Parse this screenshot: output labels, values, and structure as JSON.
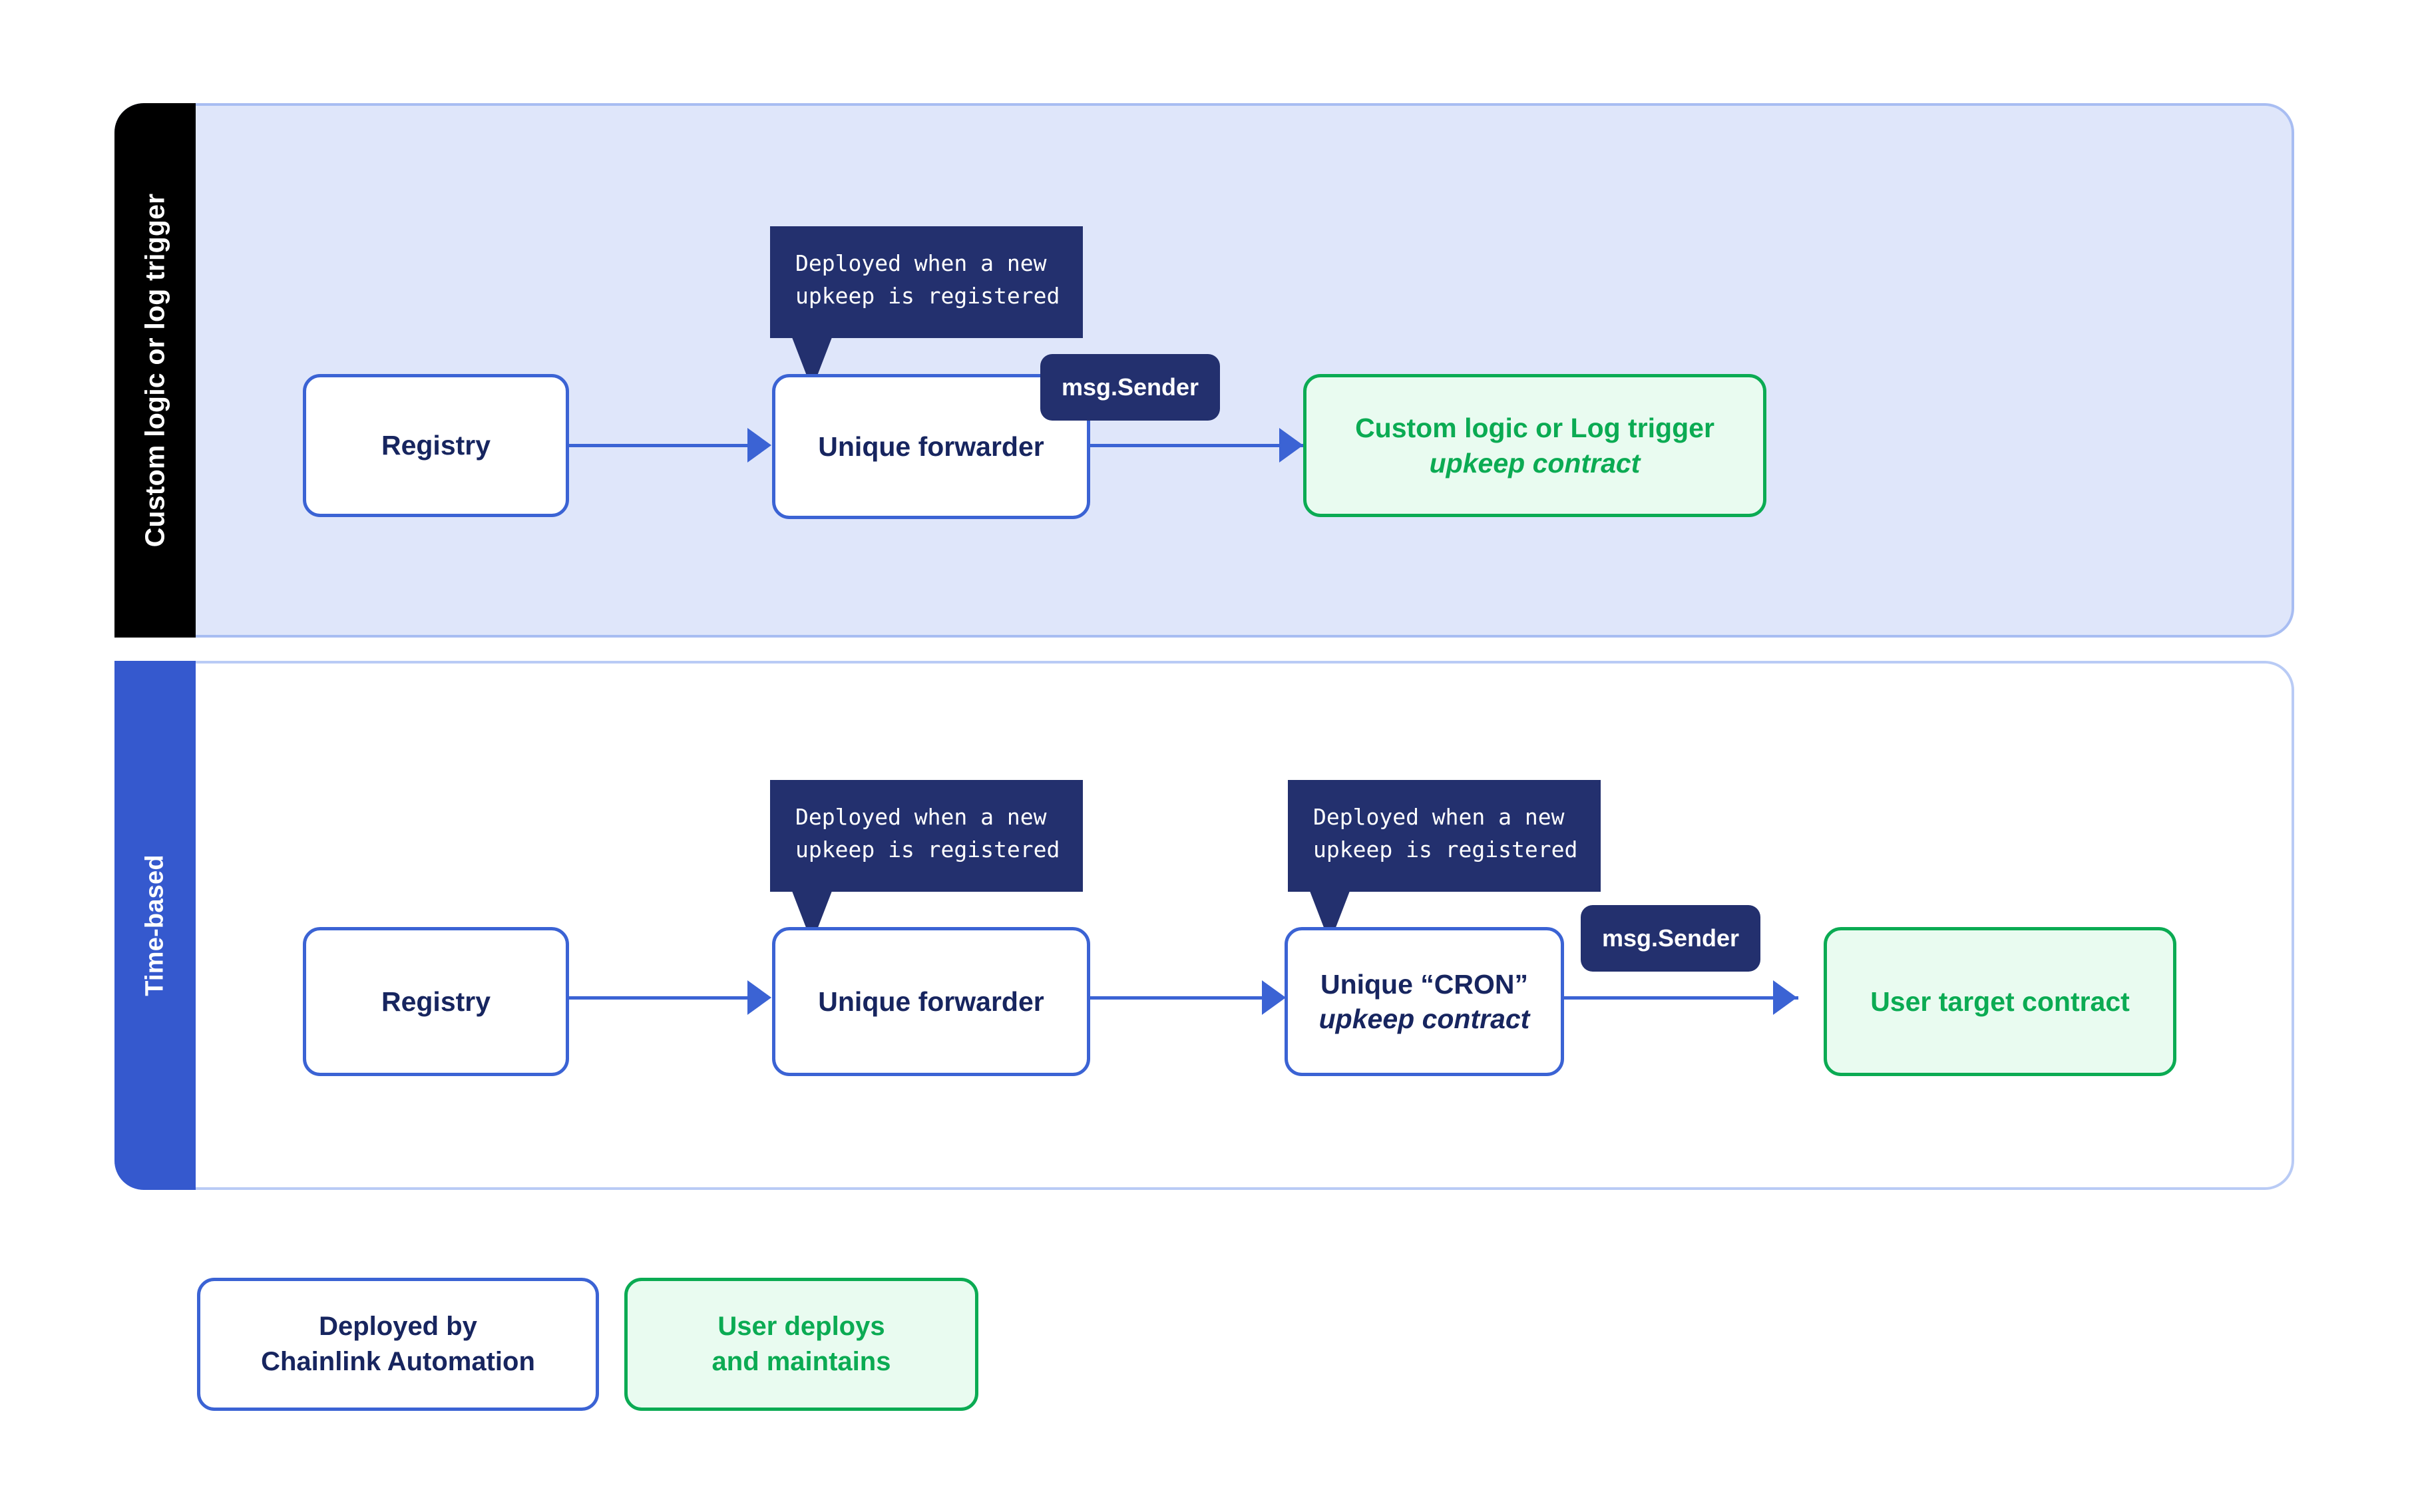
{
  "diagram": {
    "lanes": [
      {
        "id": "custom-logic-or-log-trigger",
        "label": "Custom logic or log trigger",
        "bar_color": "#000000",
        "panel_fill": "#dfe6fa",
        "panel_border": "#a8bdf2"
      },
      {
        "id": "time-based",
        "label": "Time-based",
        "bar_color": "#3559ce",
        "panel_fill": "#ffffff",
        "panel_border": "#b9cbf5"
      }
    ],
    "nodes": {
      "registry_row1": "Registry",
      "forwarder_row1": "Unique forwarder",
      "upkeep_row1_line1": "Custom logic or Log trigger",
      "upkeep_row1_line2": "upkeep contract",
      "registry_row2": "Registry",
      "forwarder_row2": "Unique forwarder",
      "cron_row2_line1": "Unique “CRON”",
      "cron_row2_line2": "upkeep contract",
      "target_row2": "User target contract"
    },
    "callouts": {
      "deployed_line1": "Deployed when a new",
      "deployed_line2": "upkeep is registered"
    },
    "pills": {
      "msg_sender": "msg.Sender"
    },
    "legend": [
      {
        "id": "deployed-by-chainlink-automation",
        "line1": "Deployed by",
        "line2": "Chainlink Automation",
        "text_color": "#17255f",
        "border_color": "#3b63d4",
        "fill": "#ffffff"
      },
      {
        "id": "user-deploys-and-maintains",
        "line1": "User deploys",
        "line2": "and maintains",
        "text_color": "#0bab53",
        "border_color": "#0bab53",
        "fill": "#e9fbf0"
      }
    ],
    "colors": {
      "arrow": "#3b63d4",
      "callout_bg": "#23306e",
      "node_blue_border": "#3b63d4",
      "node_blue_text": "#17255f",
      "node_green": "#0bab53",
      "node_green_fill": "#e9fbf0",
      "lane_time_bar": "#3559ce",
      "lane_custom_bar": "#000000"
    }
  }
}
